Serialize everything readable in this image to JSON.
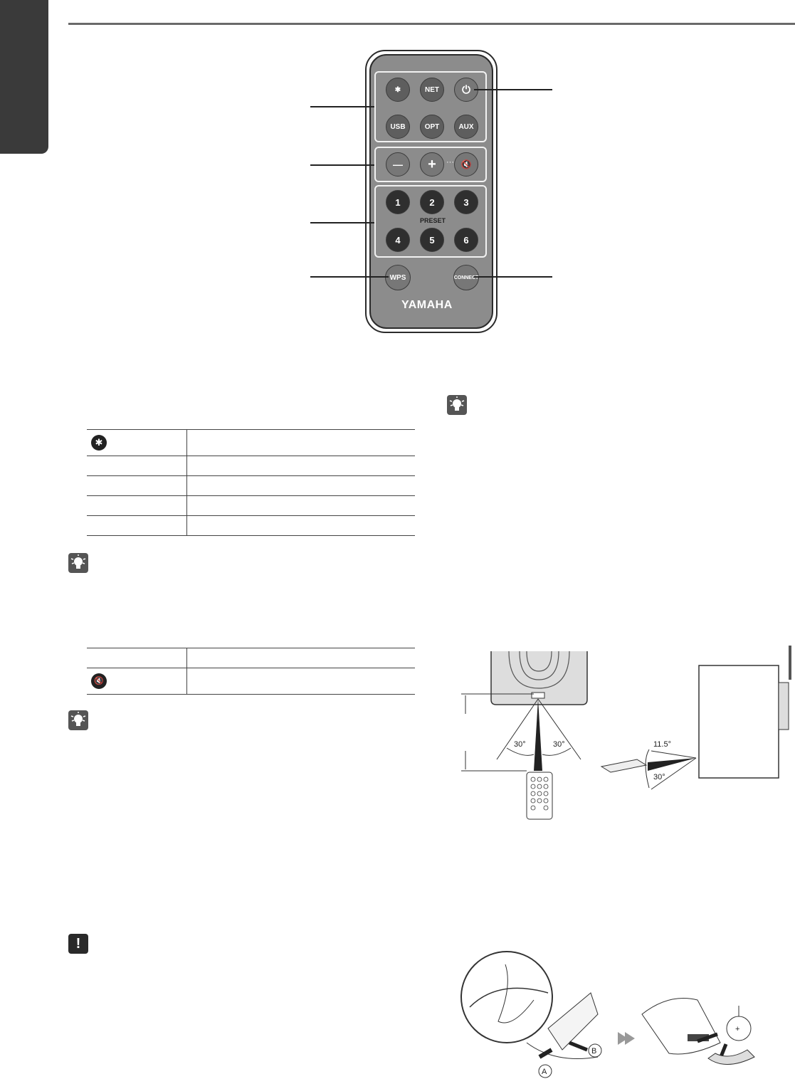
{
  "remote": {
    "brand": "YAMAHA",
    "buttons": {
      "bluetooth": "✱",
      "net": "NET",
      "power": "⏻",
      "usb": "USB",
      "opt": "OPT",
      "aux": "AUX",
      "vol_down": "—",
      "vol_up": "+",
      "dots": "···",
      "mute": "🔇"
    },
    "preset_label": "PRESET",
    "presets": [
      "1",
      "2",
      "3",
      "4",
      "5",
      "6"
    ],
    "wps": "WPS",
    "connect": "CONNECT"
  },
  "table1": {
    "bluetooth_icon": "✱",
    "rows": 5
  },
  "table2": {
    "mute_icon": "🔇",
    "rows": 2
  },
  "range_diagram": {
    "angle_left": "30°",
    "angle_right": "30°",
    "angle_up": "11.5°",
    "angle_down": "30°"
  },
  "battery_diagram": {
    "label_a": "A",
    "label_b": "B"
  },
  "warning_icon": "!"
}
